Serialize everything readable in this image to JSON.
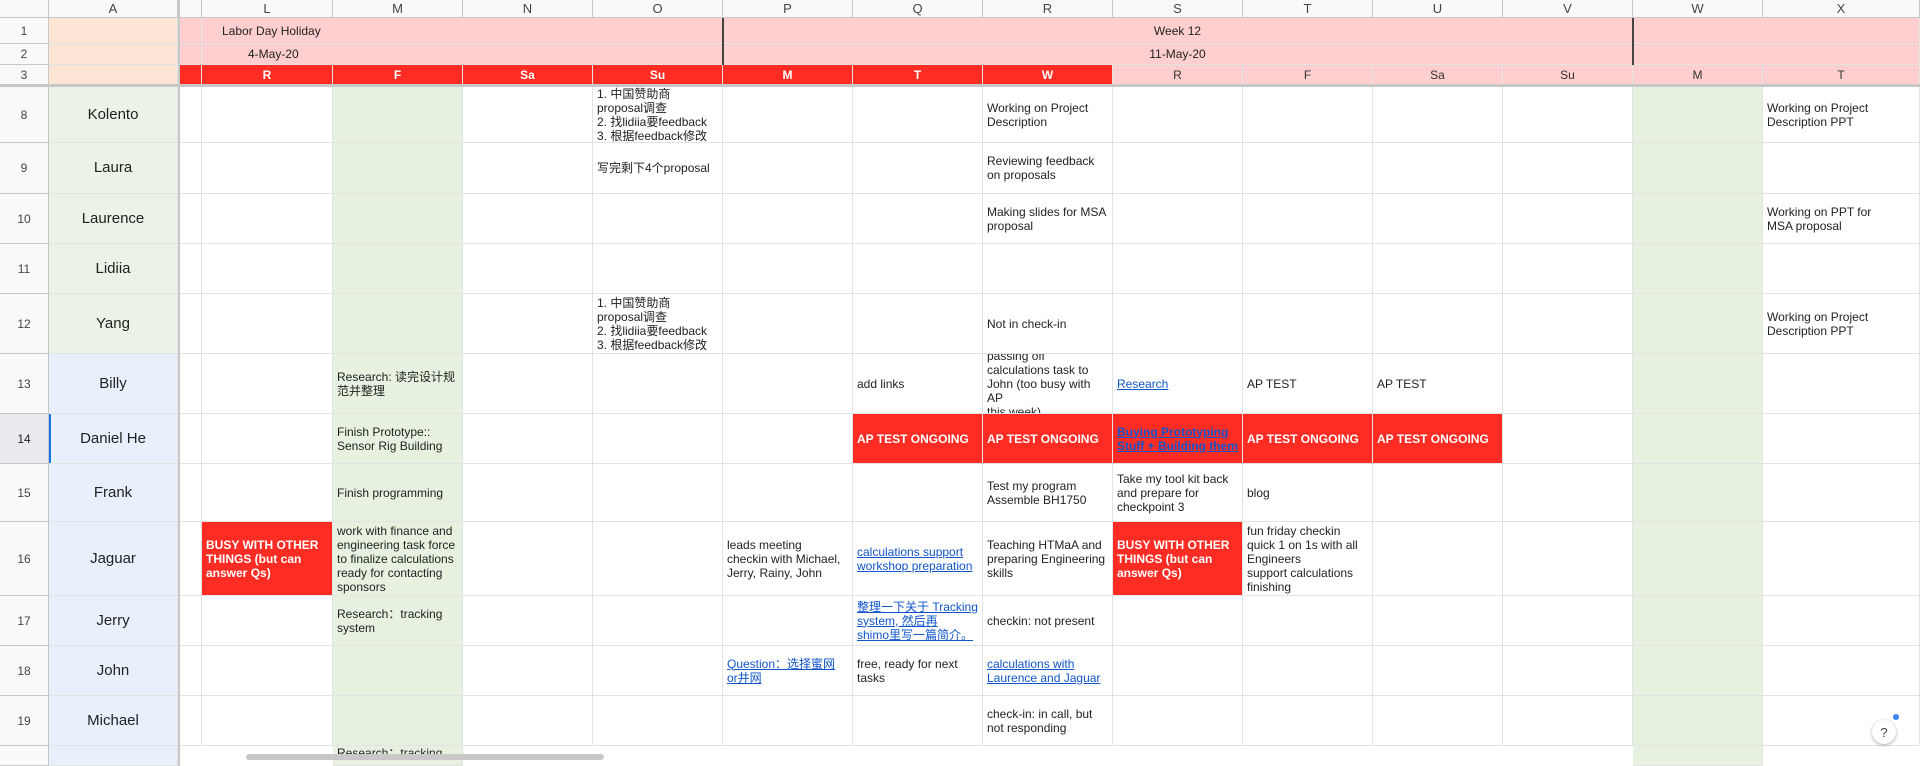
{
  "columns": [
    "A",
    "L",
    "M",
    "N",
    "O",
    "P",
    "Q",
    "R",
    "S",
    "T",
    "U",
    "V",
    "W",
    "X"
  ],
  "header_rows": [
    "1",
    "2",
    "3"
  ],
  "row_numbers": [
    "8",
    "9",
    "10",
    "11",
    "12",
    "13",
    "14",
    "15",
    "16",
    "17",
    "18",
    "19"
  ],
  "banner": {
    "holiday": "Labor Day Holiday",
    "date1": "4-May-20",
    "week": "Week 12",
    "date2": "11-May-20"
  },
  "days": [
    "R",
    "F",
    "Sa",
    "Su",
    "M",
    "T",
    "W",
    "R",
    "F",
    "Sa",
    "Su",
    "M",
    "T"
  ],
  "names": [
    "Kolento",
    "Laura",
    "Laurence",
    "Lidiia",
    "Yang",
    "Billy",
    "Daniel He",
    "Frank",
    "Jaguar",
    "Jerry",
    "John",
    "Michael"
  ],
  "cells": {
    "o8": "1. 中国赞助商\nproposal调查\n2. 找lidiia要feedback\n3. 根据feedback修改",
    "r8": "Working on Project\nDescription",
    "x8": "Working on Project\nDescription PPT",
    "o9": "写完剩下4个proposal",
    "r9": "Reviewing feedback\non proposals",
    "r10": "Making slides for MSA\nproposal",
    "x10": "Working on PPT for\nMSA proposal",
    "o12": "1. 中国赞助商\nproposal调查\n2. 找lidiia要feedback\n3. 根据feedback修改",
    "r12": "Not in check-in",
    "x12": "Working on Project\nDescription PPT",
    "m13": "Research: 读完设计规\n范并整理",
    "q13": "add links",
    "r13": "passing off\ncalculations task to\nJohn (too busy with AP\nthis week)",
    "s13": "Research",
    "t13": "AP TEST",
    "u13": "AP TEST",
    "m14": "Finish Prototype::\nSensor Rig Building",
    "q14": "AP TEST ONGOING",
    "r14": "AP TEST ONGOING",
    "s14": "Buying Prototyping\nStuff + Building them",
    "t14": "AP TEST ONGOING",
    "u14": "AP TEST ONGOING",
    "m15": "Finish programming",
    "r15": "Test my program\nAssemble BH1750",
    "s15": "Take my tool kit back\nand prepare for\ncheckpoint 3",
    "t15": "blog",
    "l16": "BUSY WITH OTHER\nTHINGS (but can\nanswer Qs)",
    "m16": "work with finance and\nengineering task force\nto finalize calculations\nready for contacting\nsponsors",
    "p16": "leads meeting\ncheckin with Michael,\nJerry, Rainy, John",
    "q16": "calculations support\nworkshop preparation",
    "r16": "Teaching HTMaA and\npreparing Engineering\nskills",
    "s16": "BUSY WITH OTHER\nTHINGS (but can\nanswer Qs)",
    "t16": "fun friday checkin\nquick 1 on 1s with all\nEngineers\nsupport calculations\nfinishing",
    "m17": "Research：tracking\nsystem",
    "q17": "整理一下关于 Tracking\nsystem, 然后再\nshimo里写一篇简介。",
    "r17": "checkin: not present",
    "p18": "Question：选择蜜网\nor井网",
    "q18": "free, ready for next\ntasks",
    "r18": "calculations with\nLaurence and Jaguar",
    "r19": "check-in: in call, but\nnot responding",
    "m20": "Research：tracking"
  },
  "colors": {
    "red": "#ff2c24",
    "pink": "#ffcfcf",
    "peach": "#fce5d4",
    "green_name": "#eaf3e6",
    "blue_name": "#e8f0fb",
    "green_col": "#e6f2df",
    "link": "#1155cc"
  },
  "help_label": "?"
}
